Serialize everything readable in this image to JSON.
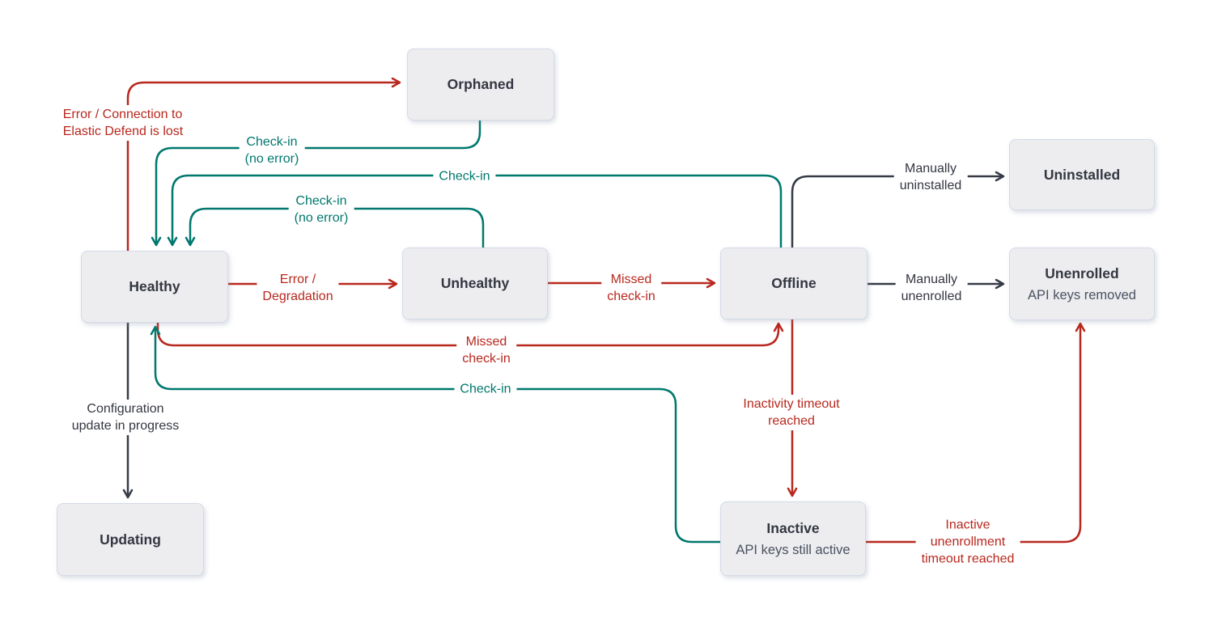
{
  "diagram": {
    "description": "Agent state transition diagram",
    "colors": {
      "error_red": "#b8281e",
      "checkin_teal": "#00786e",
      "neutral_dark": "#363b45",
      "node_fill": "#ededf0",
      "node_border": "#d3dae6",
      "node_title_text": "#343741",
      "node_subtitle_text": "#4a5160",
      "background": "#ffffff"
    },
    "nodes": {
      "orphaned": {
        "label": "Orphaned"
      },
      "healthy": {
        "label": "Healthy"
      },
      "unhealthy": {
        "label": "Unhealthy"
      },
      "offline": {
        "label": "Offline"
      },
      "uninstalled": {
        "label": "Uninstalled"
      },
      "unenrolled": {
        "label": "Unenrolled",
        "sublabel": "API keys removed"
      },
      "updating": {
        "label": "Updating"
      },
      "inactive": {
        "label": "Inactive",
        "sublabel": "API keys still active"
      }
    },
    "edges": {
      "error_orphaned": {
        "from": "Healthy",
        "to": "Orphaned",
        "color": "#b8281e",
        "lines": [
          "Error / Connection to",
          "Elastic Defend is lost"
        ]
      },
      "orphaned_checkin": {
        "from": "Orphaned",
        "to": "Healthy",
        "color": "#00786e",
        "lines": [
          "Check-in",
          "(no error)"
        ]
      },
      "offline_checkin": {
        "from": "Offline",
        "to": "Healthy",
        "color": "#00786e",
        "lines": [
          "Check-in"
        ]
      },
      "unhealthy_checkin": {
        "from": "Unhealthy",
        "to": "Healthy",
        "color": "#00786e",
        "lines": [
          "Check-in",
          "(no error)"
        ]
      },
      "error_degradation": {
        "from": "Healthy",
        "to": "Unhealthy",
        "color": "#b8281e",
        "lines": [
          "Error /",
          "Degradation"
        ]
      },
      "missed_unhealthy": {
        "from": "Unhealthy",
        "to": "Offline",
        "color": "#b8281e",
        "lines": [
          "Missed",
          "check-in"
        ]
      },
      "missed_healthy": {
        "from": "Healthy",
        "to": "Offline",
        "color": "#b8281e",
        "lines": [
          "Missed",
          "check-in"
        ]
      },
      "config_update": {
        "from": "Healthy",
        "to": "Updating",
        "color": "#363b45",
        "lines": [
          "Configuration",
          "update in progress"
        ]
      },
      "inactive_checkin": {
        "from": "Inactive",
        "to": "Healthy",
        "color": "#00786e",
        "lines": [
          "Check-in"
        ]
      },
      "inactivity_timeout": {
        "from": "Offline",
        "to": "Inactive",
        "color": "#b8281e",
        "lines": [
          "Inactivity timeout",
          "reached"
        ]
      },
      "manually_uninstalled": {
        "from": "Offline",
        "to": "Uninstalled",
        "color": "#363b45",
        "lines": [
          "Manually",
          "uninstalled"
        ]
      },
      "manually_unenrolled": {
        "from": "Offline",
        "to": "Unenrolled",
        "color": "#363b45",
        "lines": [
          "Manually",
          "unenrolled"
        ]
      },
      "inactive_unenrollment": {
        "from": "Inactive",
        "to": "Unenrolled",
        "color": "#b8281e",
        "lines": [
          "Inactive",
          "unenrollment",
          "timeout reached"
        ]
      }
    }
  }
}
